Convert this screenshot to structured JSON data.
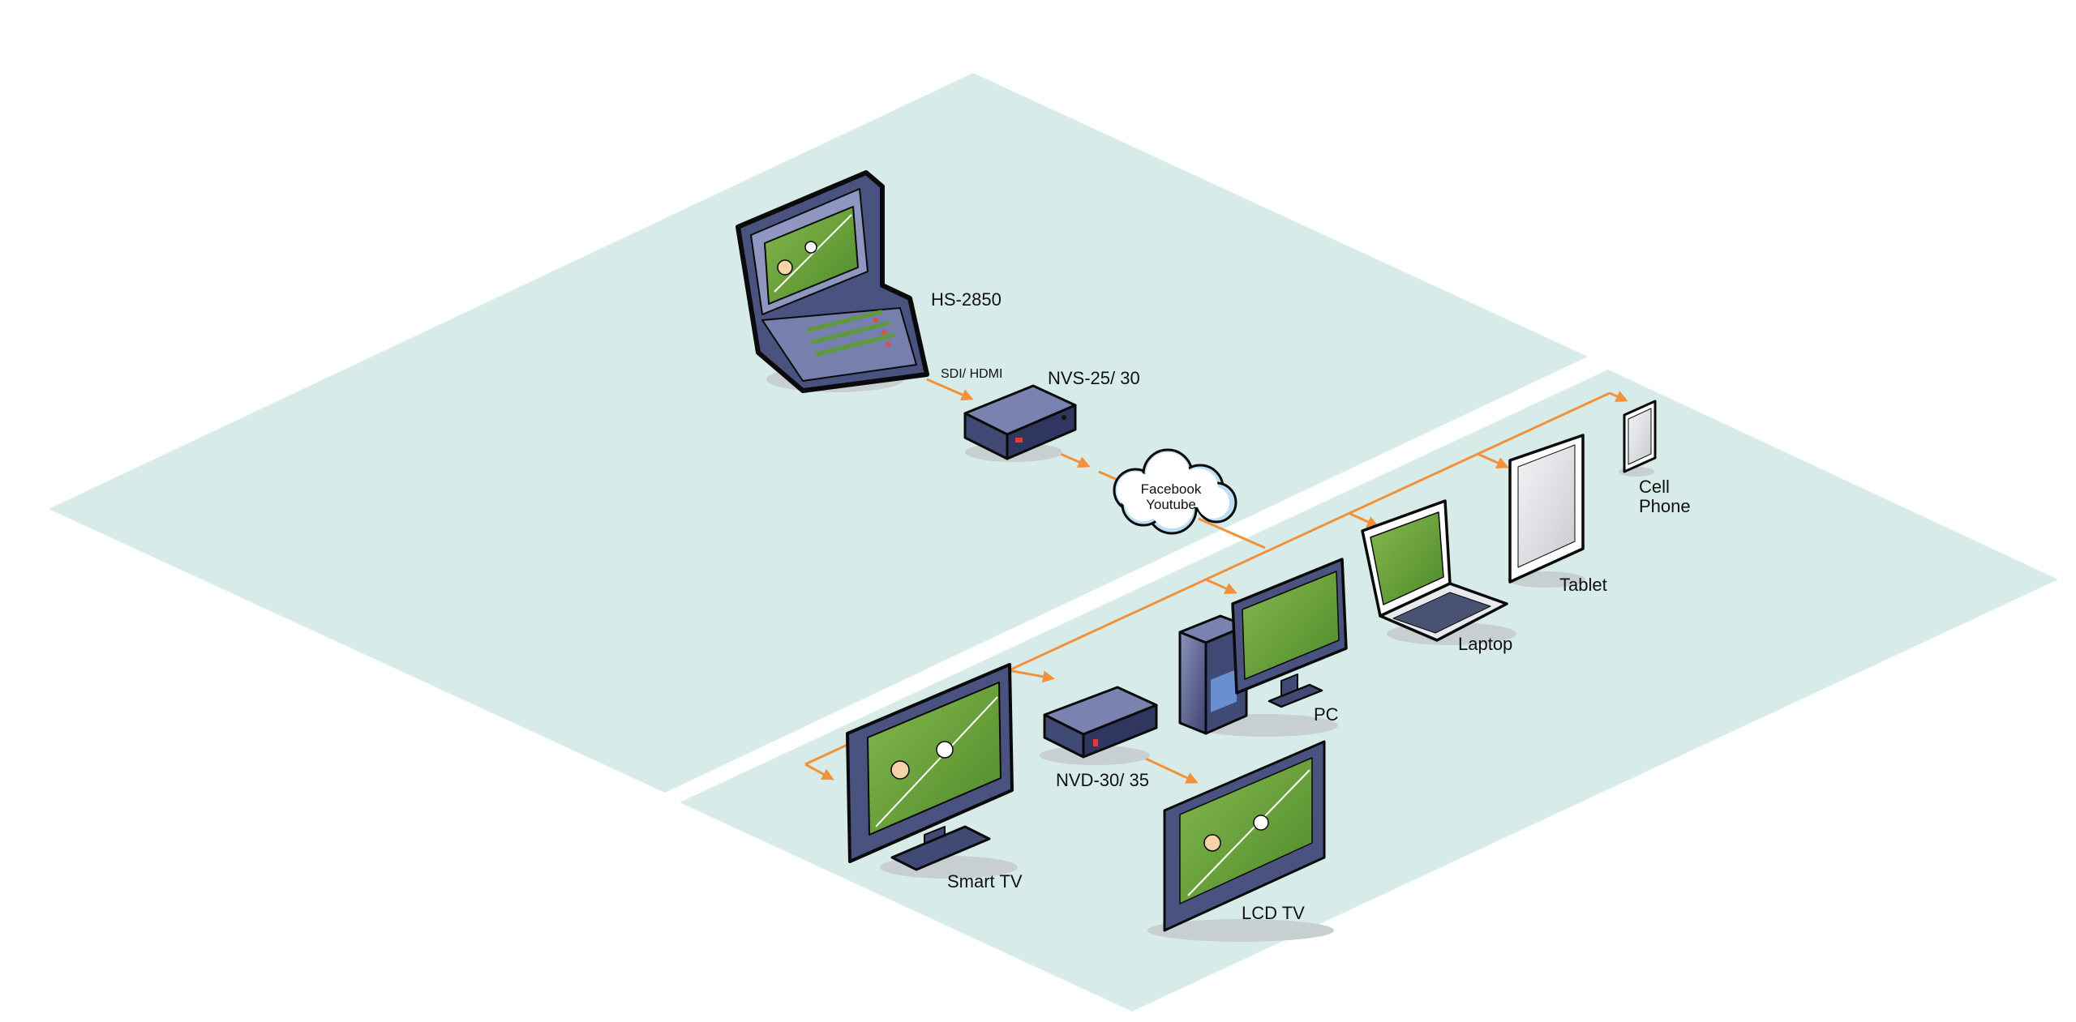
{
  "labels": {
    "hs2850": "HS-2850",
    "sdi_hdmi": "SDI/ HDMI",
    "nvs": "NVS-25/ 30",
    "cloud_line1": "Facebook",
    "cloud_line2": "Youtube",
    "cell_line1": "Cell",
    "cell_line2": "Phone",
    "tablet": "Tablet",
    "laptop": "Laptop",
    "pc": "PC",
    "smart_tv": "Smart TV",
    "nvd": "NVD-30/ 35",
    "lcd_tv": "LCD TV"
  },
  "colors": {
    "zone": "#d7ece9",
    "link": "#f2913a",
    "device_body": "#4d5680",
    "device_light": "#8089b4",
    "screen": "#6da23a",
    "outline": "#0a0a0a"
  }
}
